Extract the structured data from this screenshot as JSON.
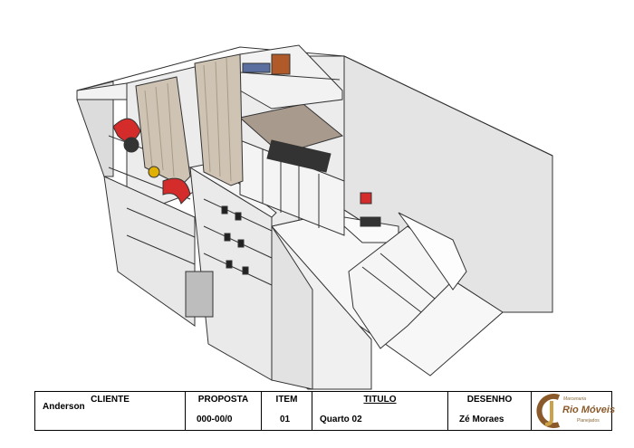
{
  "title_block": {
    "cliente_label": "CLIENTE",
    "cliente_value": "Anderson",
    "proposta_label": "PROPOSTA",
    "proposta_value": "000-00/0",
    "item_label": "ITEM",
    "item_value": "01",
    "titulo_label": "TITULO",
    "titulo_value": "Quarto 02",
    "desenho_label": "DESENHO",
    "desenho_value": "Zé Moraes"
  },
  "logo": {
    "tagline": "Marcenaria",
    "brand": "Rio Móveis",
    "sub": "Planejados"
  },
  "colors": {
    "wall": "#e6e6e6",
    "floor": "#ffffff",
    "line": "#333333",
    "curtain": "#b9aa95",
    "wood": "#a89a8d",
    "accent_red": "#d42b2b",
    "logo_brown": "#8a5a2a"
  }
}
